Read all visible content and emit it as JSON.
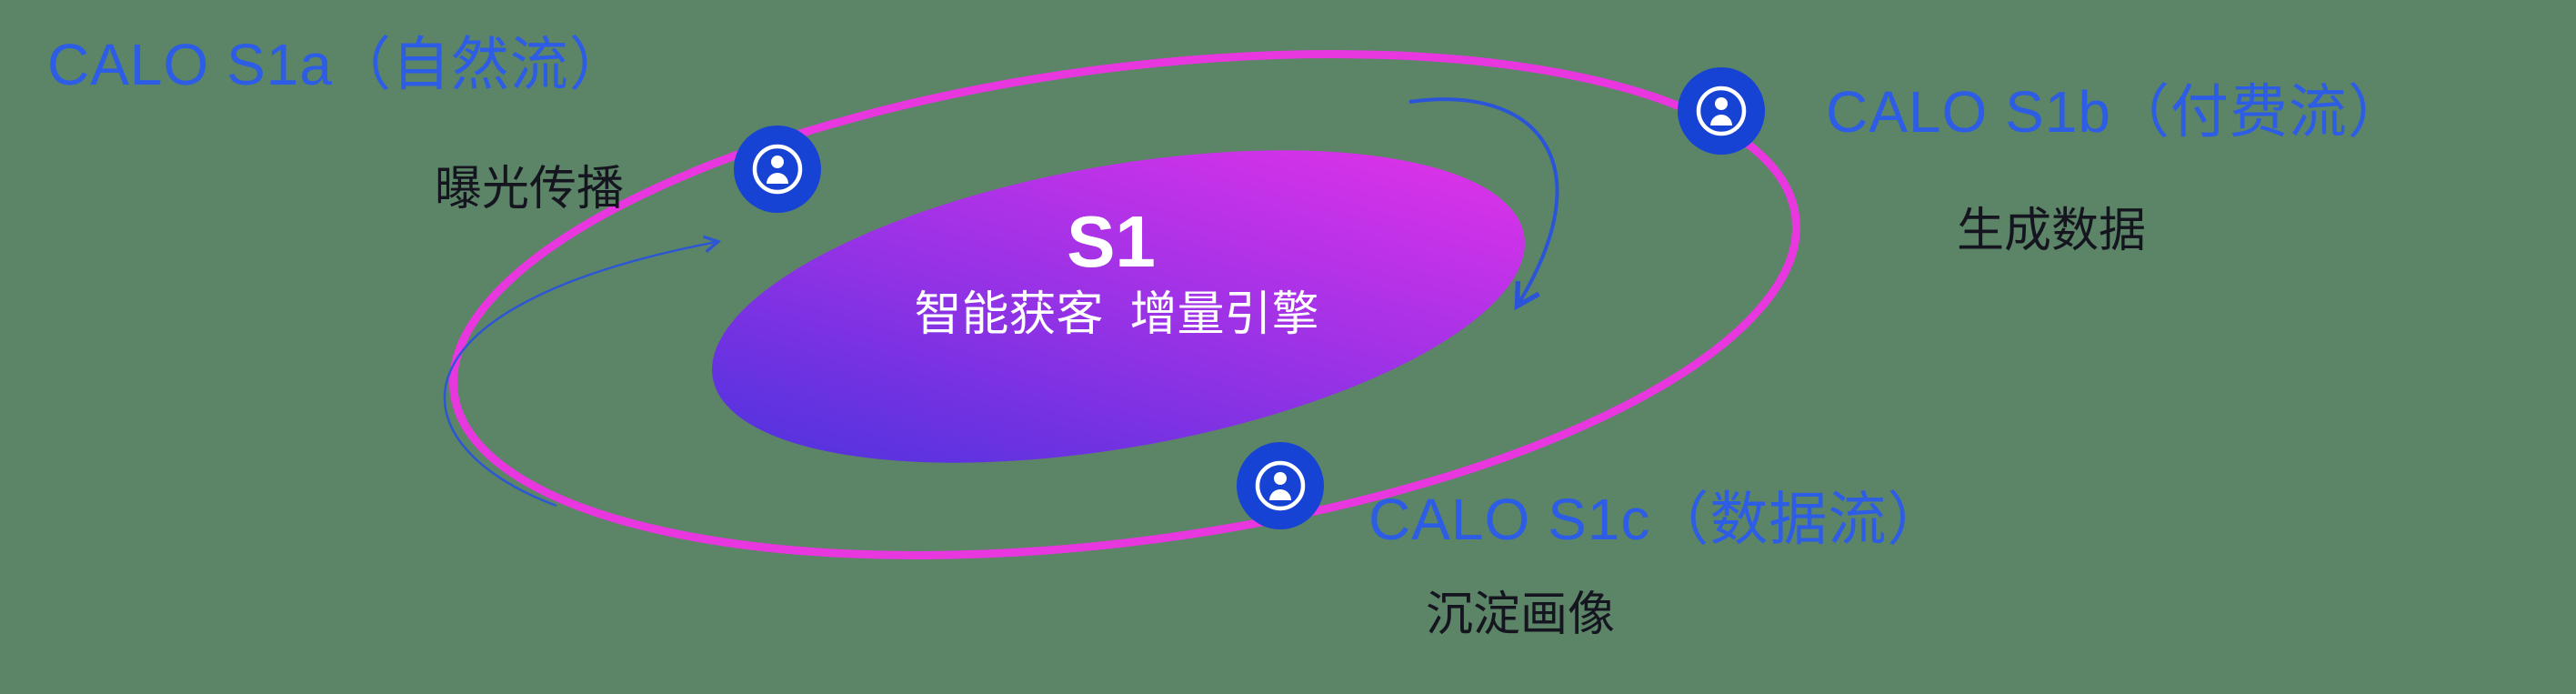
{
  "background_color": "#5c8467",
  "center_ellipse": {
    "title": "S1",
    "subtitle": "智能获客  增量引擎",
    "gradient_start": "#4a33dd",
    "gradient_end": "#e532e9"
  },
  "orbit": {
    "color": "#e837df"
  },
  "nodes": [
    {
      "id": "s1a",
      "label": "CALO S1a（自然流）",
      "sublabel": "曝光传播"
    },
    {
      "id": "s1b",
      "label": "CALO S1b（付费流）",
      "sublabel": "生成数据"
    },
    {
      "id": "s1c",
      "label": "CALO S1c（数据流）",
      "sublabel": "沉淀画像"
    }
  ],
  "colors": {
    "label_blue": "#2d5de4",
    "sublabel_dark": "#15151f",
    "icon_blue": "#1743d4",
    "arrow_blue": "#2b55d8",
    "center_text": "#ffffff"
  }
}
